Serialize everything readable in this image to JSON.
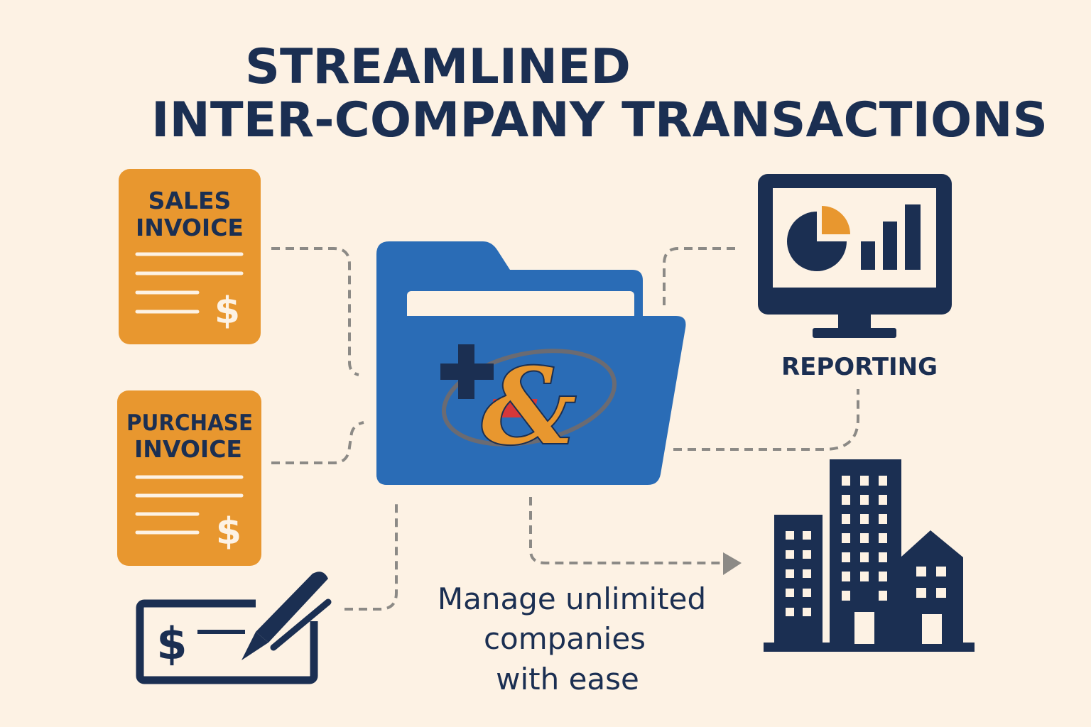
{
  "title": {
    "line1": "STREAMLINED",
    "line2": "INTER-COMPANY TRANSACTIONS"
  },
  "cards": {
    "sales_invoice": {
      "line1": "SALES",
      "line2": "INVOICE",
      "symbol": "$"
    },
    "purchase_invoice": {
      "line1": "PURCHASE",
      "line2": "INVOICE",
      "symbol": "$"
    },
    "check": {
      "symbol": "$"
    }
  },
  "reporting": {
    "label": "REPORTING"
  },
  "tagline": {
    "line1": "Manage unlimited",
    "line2": "companies",
    "line3": "with ease"
  },
  "colors": {
    "background": "#fdf2e4",
    "navy": "#1b2f52",
    "orange": "#e8972f",
    "blue": "#2a6cb6",
    "red": "#d6373a",
    "connector": "#8c8a86"
  }
}
